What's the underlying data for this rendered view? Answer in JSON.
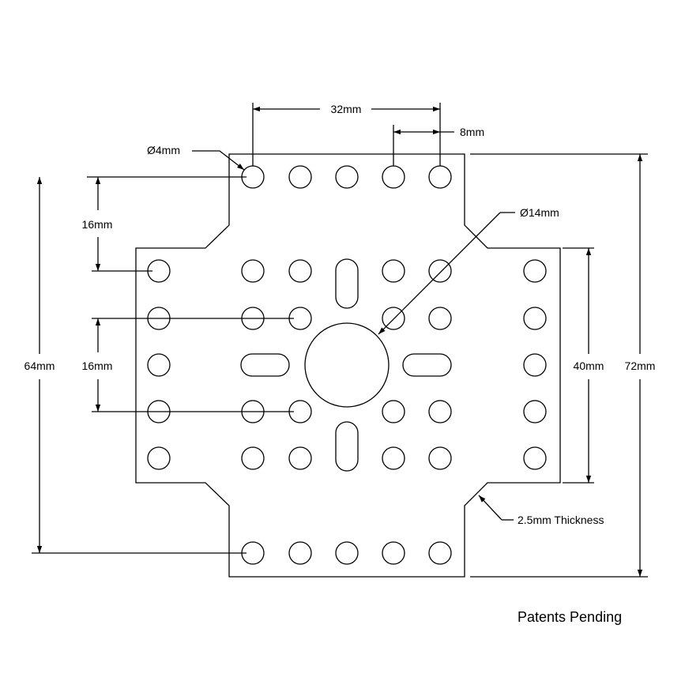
{
  "diagram": {
    "labels": {
      "dim_32": "32mm",
      "dim_8": "8mm",
      "dia_4": "Ø4mm",
      "dia_14": "Ø14mm",
      "dim_16_top": "16mm",
      "dim_16_mid": "16mm",
      "dim_64": "64mm",
      "dim_40": "40mm",
      "dim_72": "72mm",
      "thickness": "2.5mm Thickness",
      "patents": "Patents Pending"
    }
  }
}
